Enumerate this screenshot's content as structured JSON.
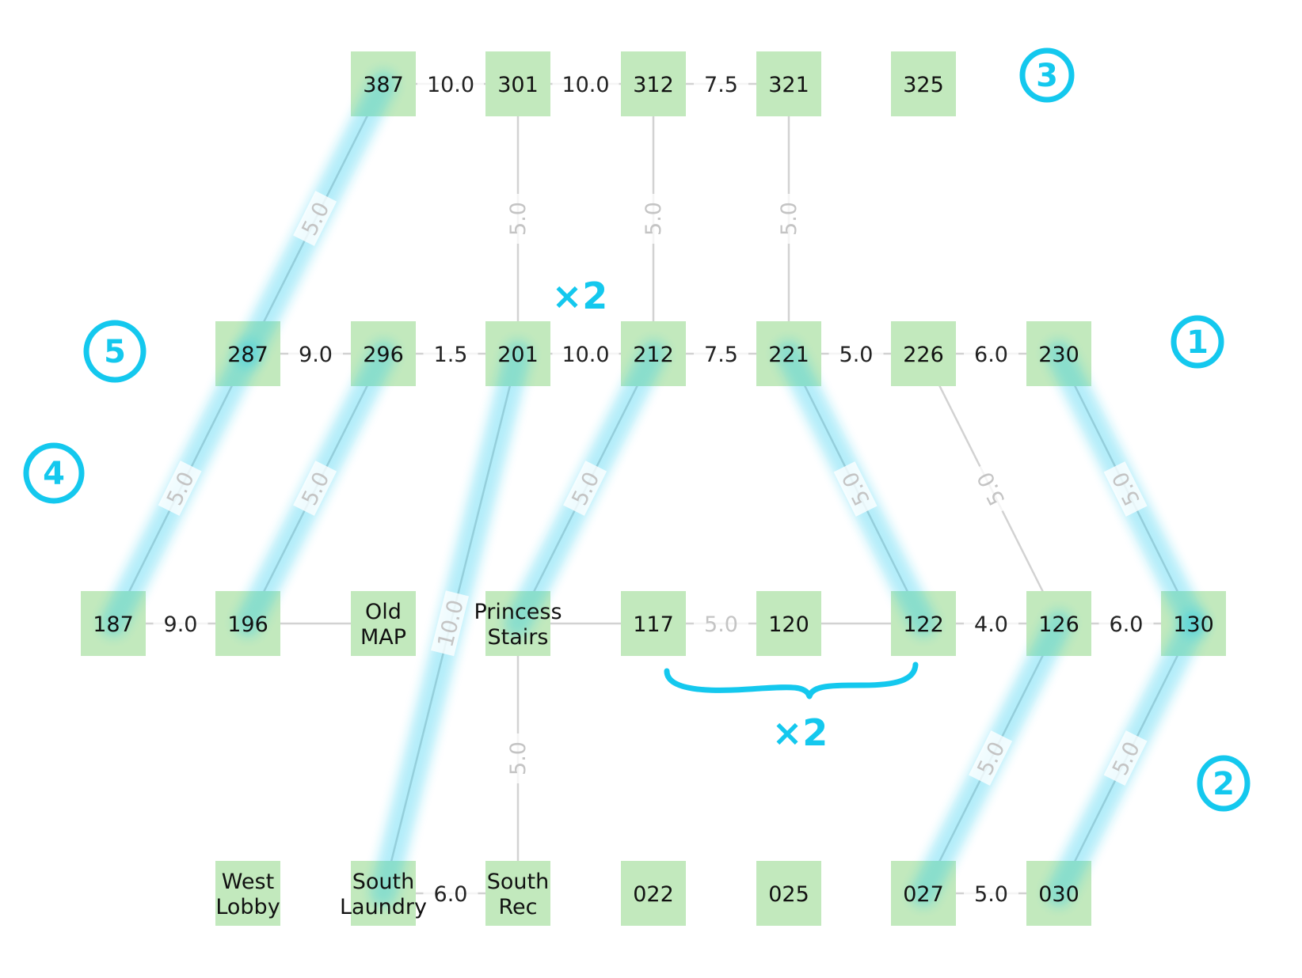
{
  "colors": {
    "node_fill": "#c2e9bd",
    "edge_line": "#d2d2d2",
    "edge_label_dark": "#222222",
    "edge_label_light": "#c4c4c4",
    "highlight_cyan": "#14c8ee",
    "highlight_orange": "#f7c87a"
  },
  "nodes": [
    {
      "id": "387",
      "label": "387"
    },
    {
      "id": "301",
      "label": "301"
    },
    {
      "id": "312",
      "label": "312"
    },
    {
      "id": "321",
      "label": "321"
    },
    {
      "id": "325",
      "label": "325"
    },
    {
      "id": "287",
      "label": "287"
    },
    {
      "id": "296",
      "label": "296"
    },
    {
      "id": "201",
      "label": "201"
    },
    {
      "id": "212",
      "label": "212"
    },
    {
      "id": "221",
      "label": "221"
    },
    {
      "id": "226",
      "label": "226"
    },
    {
      "id": "230",
      "label": "230"
    },
    {
      "id": "187",
      "label": "187"
    },
    {
      "id": "196",
      "label": "196"
    },
    {
      "id": "oldmap",
      "label": "Old\nMAP"
    },
    {
      "id": "princess",
      "label": "Princess\nStairs"
    },
    {
      "id": "117",
      "label": "117"
    },
    {
      "id": "120",
      "label": "120"
    },
    {
      "id": "122",
      "label": "122"
    },
    {
      "id": "126",
      "label": "126"
    },
    {
      "id": "130",
      "label": "130"
    },
    {
      "id": "westlobby",
      "label": "West\nLobby"
    },
    {
      "id": "southlaundry",
      "label": "South\nLaundry"
    },
    {
      "id": "southrec",
      "label": "South\nRec"
    },
    {
      "id": "022",
      "label": "022"
    },
    {
      "id": "025",
      "label": "025"
    },
    {
      "id": "027",
      "label": "027"
    },
    {
      "id": "030",
      "label": "030"
    }
  ],
  "edges": [
    {
      "from": "387",
      "to": "301",
      "label": "10.0",
      "style": "dark"
    },
    {
      "from": "301",
      "to": "312",
      "label": "10.0",
      "style": "dark"
    },
    {
      "from": "312",
      "to": "321",
      "label": "7.5",
      "style": "dark"
    },
    {
      "from": "387",
      "to": "287",
      "label": "5.0",
      "style": "light"
    },
    {
      "from": "301",
      "to": "201",
      "label": "5.0",
      "style": "light"
    },
    {
      "from": "312",
      "to": "212",
      "label": "5.0",
      "style": "light"
    },
    {
      "from": "321",
      "to": "221",
      "label": "5.0",
      "style": "light"
    },
    {
      "from": "287",
      "to": "296",
      "label": "9.0",
      "style": "dark"
    },
    {
      "from": "296",
      "to": "201",
      "label": "1.5",
      "style": "dark"
    },
    {
      "from": "201",
      "to": "212",
      "label": "10.0",
      "style": "dark"
    },
    {
      "from": "212",
      "to": "221",
      "label": "7.5",
      "style": "dark"
    },
    {
      "from": "221",
      "to": "226",
      "label": "5.0",
      "style": "dark"
    },
    {
      "from": "226",
      "to": "230",
      "label": "6.0",
      "style": "dark"
    },
    {
      "from": "287",
      "to": "187",
      "label": "5.0",
      "style": "light"
    },
    {
      "from": "296",
      "to": "196",
      "label": "5.0",
      "style": "light"
    },
    {
      "from": "201",
      "to": "southlaundry",
      "label": "10.0",
      "style": "light"
    },
    {
      "from": "212",
      "to": "princess",
      "label": "5.0",
      "style": "light"
    },
    {
      "from": "221",
      "to": "122",
      "label": "5.0",
      "style": "light"
    },
    {
      "from": "226",
      "to": "126",
      "label": "5.0",
      "style": "light"
    },
    {
      "from": "230",
      "to": "130",
      "label": "5.0",
      "style": "light"
    },
    {
      "from": "187",
      "to": "196",
      "label": "9.0",
      "style": "dark"
    },
    {
      "from": "196",
      "to": "oldmap",
      "label": "",
      "style": "plain"
    },
    {
      "from": "princess",
      "to": "117",
      "label": "",
      "style": "plain"
    },
    {
      "from": "117",
      "to": "120",
      "label": "5.0",
      "style": "light"
    },
    {
      "from": "120",
      "to": "122",
      "label": "",
      "style": "plain"
    },
    {
      "from": "122",
      "to": "126",
      "label": "4.0",
      "style": "dark"
    },
    {
      "from": "126",
      "to": "130",
      "label": "6.0",
      "style": "dark"
    },
    {
      "from": "princess",
      "to": "southrec",
      "label": "5.0",
      "style": "light"
    },
    {
      "from": "126",
      "to": "027",
      "label": "5.0",
      "style": "light"
    },
    {
      "from": "130",
      "to": "030",
      "label": "5.0",
      "style": "light"
    },
    {
      "from": "southlaundry",
      "to": "southrec",
      "label": "6.0",
      "style": "dark"
    },
    {
      "from": "027",
      "to": "030",
      "label": "5.0",
      "style": "dark"
    }
  ],
  "highlight_path": {
    "cyan": [
      [
        "387",
        "301"
      ],
      [
        "301",
        "312"
      ],
      [
        "312",
        "321"
      ],
      [
        "387",
        "287"
      ],
      [
        "321",
        "221"
      ],
      [
        "287",
        "296"
      ],
      [
        "296",
        "201"
      ],
      [
        "201",
        "212"
      ],
      [
        "212",
        "221"
      ],
      [
        "221",
        "226"
      ],
      [
        "226",
        "230"
      ],
      [
        "287",
        "187"
      ],
      [
        "296",
        "196"
      ],
      [
        "187",
        "196"
      ],
      [
        "201",
        "southlaundry"
      ],
      [
        "212",
        "princess"
      ],
      [
        "princess",
        "southrec"
      ],
      [
        "southlaundry",
        "southrec"
      ],
      [
        "221",
        "122"
      ],
      [
        "230",
        "130"
      ],
      [
        "122",
        "126"
      ],
      [
        "126",
        "130"
      ],
      [
        "126",
        "027"
      ],
      [
        "130",
        "030"
      ],
      [
        "027",
        "030"
      ]
    ],
    "orange": [
      [
        "387",
        "301"
      ],
      [
        "301",
        "312"
      ],
      [
        "287",
        "296"
      ],
      [
        "201",
        "212"
      ],
      [
        "226",
        "230"
      ],
      [
        "187",
        "196"
      ],
      [
        "122",
        "126"
      ],
      [
        "027",
        "030"
      ]
    ]
  },
  "annotations": {
    "circled_numbers": [
      "1",
      "2",
      "3",
      "4",
      "5"
    ],
    "multipliers": [
      "×2",
      "×2"
    ]
  }
}
